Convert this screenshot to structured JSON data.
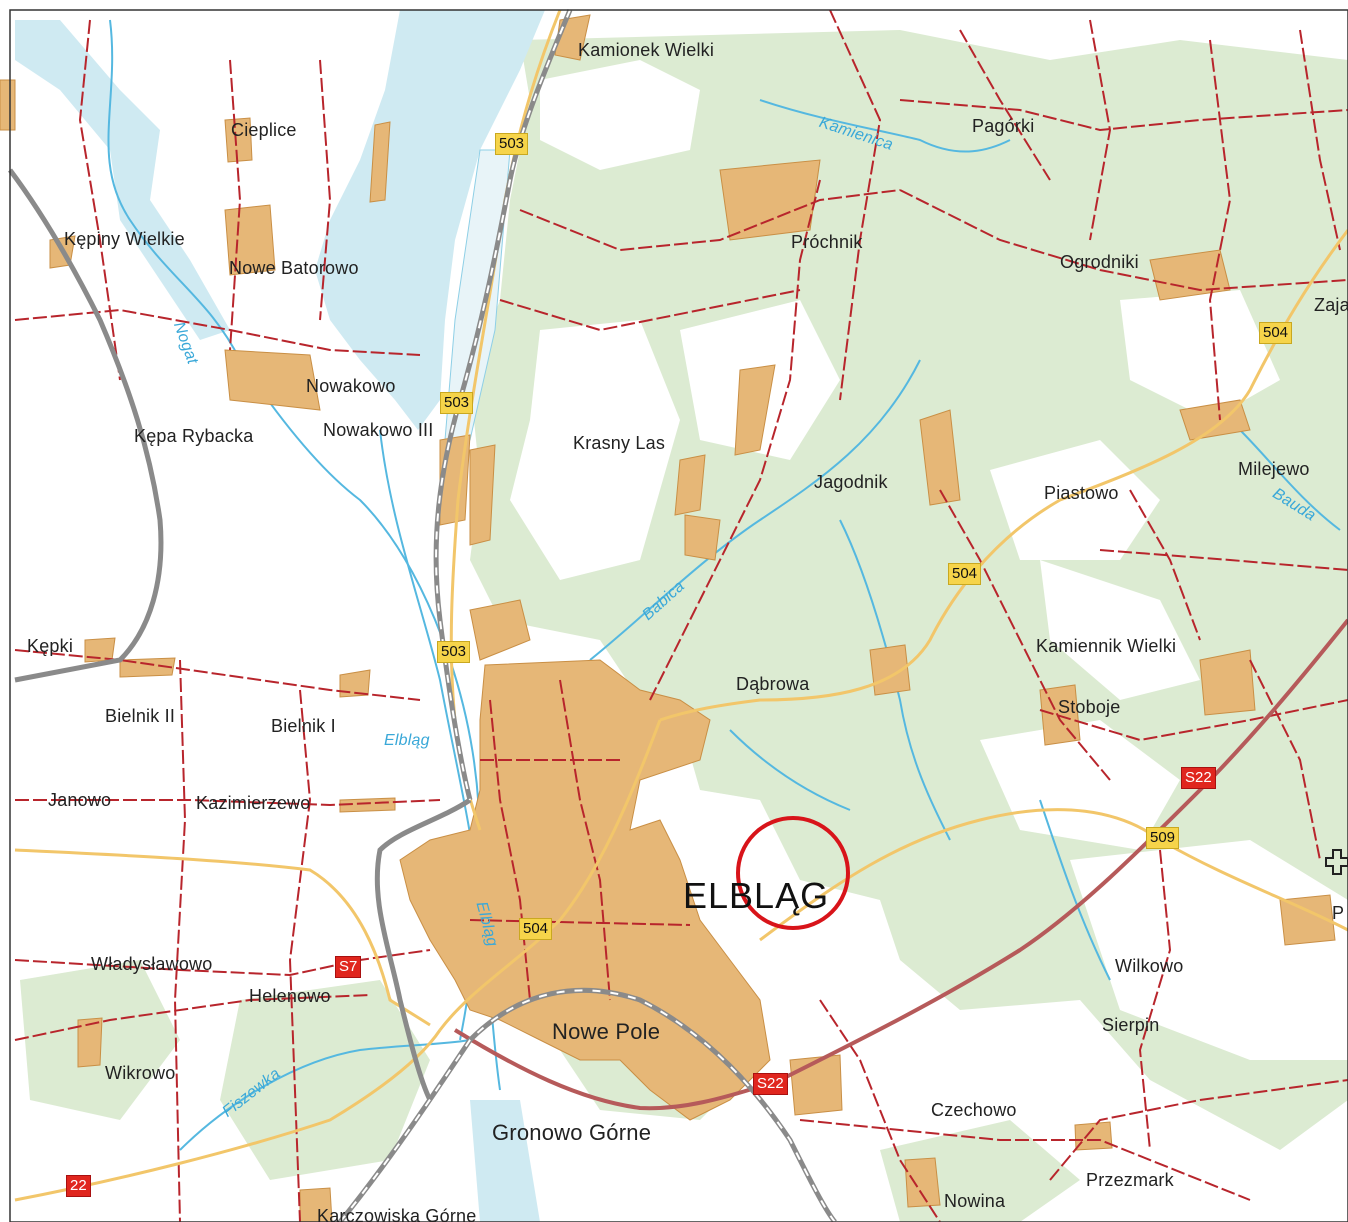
{
  "places": {
    "kamionek_wielki": "Kamionek Wielki",
    "pagorki": "Pagórki",
    "cieplice": "Cieplice",
    "kepiny_wielkie": "Kępiny Wielkie",
    "nowe_batorowo": "Nowe Batorowo",
    "prochnik": "Próchnik",
    "ogrodniki": "Ogrodniki",
    "zaj": "Zaja",
    "nowakowo": "Nowakowo",
    "nowakowo_iii": "Nowakowo III",
    "kepa_rybacka": "Kępa Rybacka",
    "krasny_las": "Krasny Las",
    "jagodnik": "Jagodnik",
    "piastowo": "Piastowo",
    "milejewo": "Milejewo",
    "kepki": "Kępki",
    "kamiennik_wielki": "Kamiennik Wielki",
    "dabrowa": "Dąbrowa",
    "stoboje": "Stoboje",
    "bielnik_ii": "Bielnik II",
    "bielnik_i": "Bielnik I",
    "janowo": "Janowo",
    "kazimierzewo": "Kazimierzewo",
    "elblag_city": "ELBLĄG",
    "wladyslawowo": "Władysławowo",
    "helenowo": "Helenowo",
    "wilkowo": "Wilkowo",
    "sierpin": "Sierpin",
    "nowe_pole": "Nowe Pole",
    "wikrowo": "Wikrowo",
    "czechowo": "Czechowo",
    "gronowo_gorne": "Gronowo Górne",
    "przezmark": "Przezmark",
    "nowina": "Nowina",
    "karczowiska_gorne": "Karczowiska Górne",
    "p_edge": "P"
  },
  "waters": {
    "kamienica": "Kamienica",
    "nogat": "Nogat",
    "babica": "Babica",
    "elblag_river": "Elbląg",
    "elblag_river2": "Elbląg",
    "bauda": "Bauda",
    "fiszewka": "Fiszewka"
  },
  "roads": {
    "r503_a": "503",
    "r503_b": "503",
    "r503_c": "503",
    "r504_a": "504",
    "r504_b": "504",
    "r504_c": "504",
    "r509": "509",
    "s22_a": "S22",
    "s22_b": "S22",
    "s7": "S7",
    "n22": "22"
  },
  "colors": {
    "forest": "#dcebd2",
    "urban": "#e6b777",
    "water": "#cfeaf2",
    "river_line": "#55b8e0",
    "regional_road": "#f2c66a",
    "expressway": "#b65a5a",
    "railway": "#8a8a8a",
    "minor_road": "#b8252c",
    "marker": "#d8141a"
  },
  "marker": {
    "shape": "circle",
    "icon": "location-circle-marker"
  }
}
